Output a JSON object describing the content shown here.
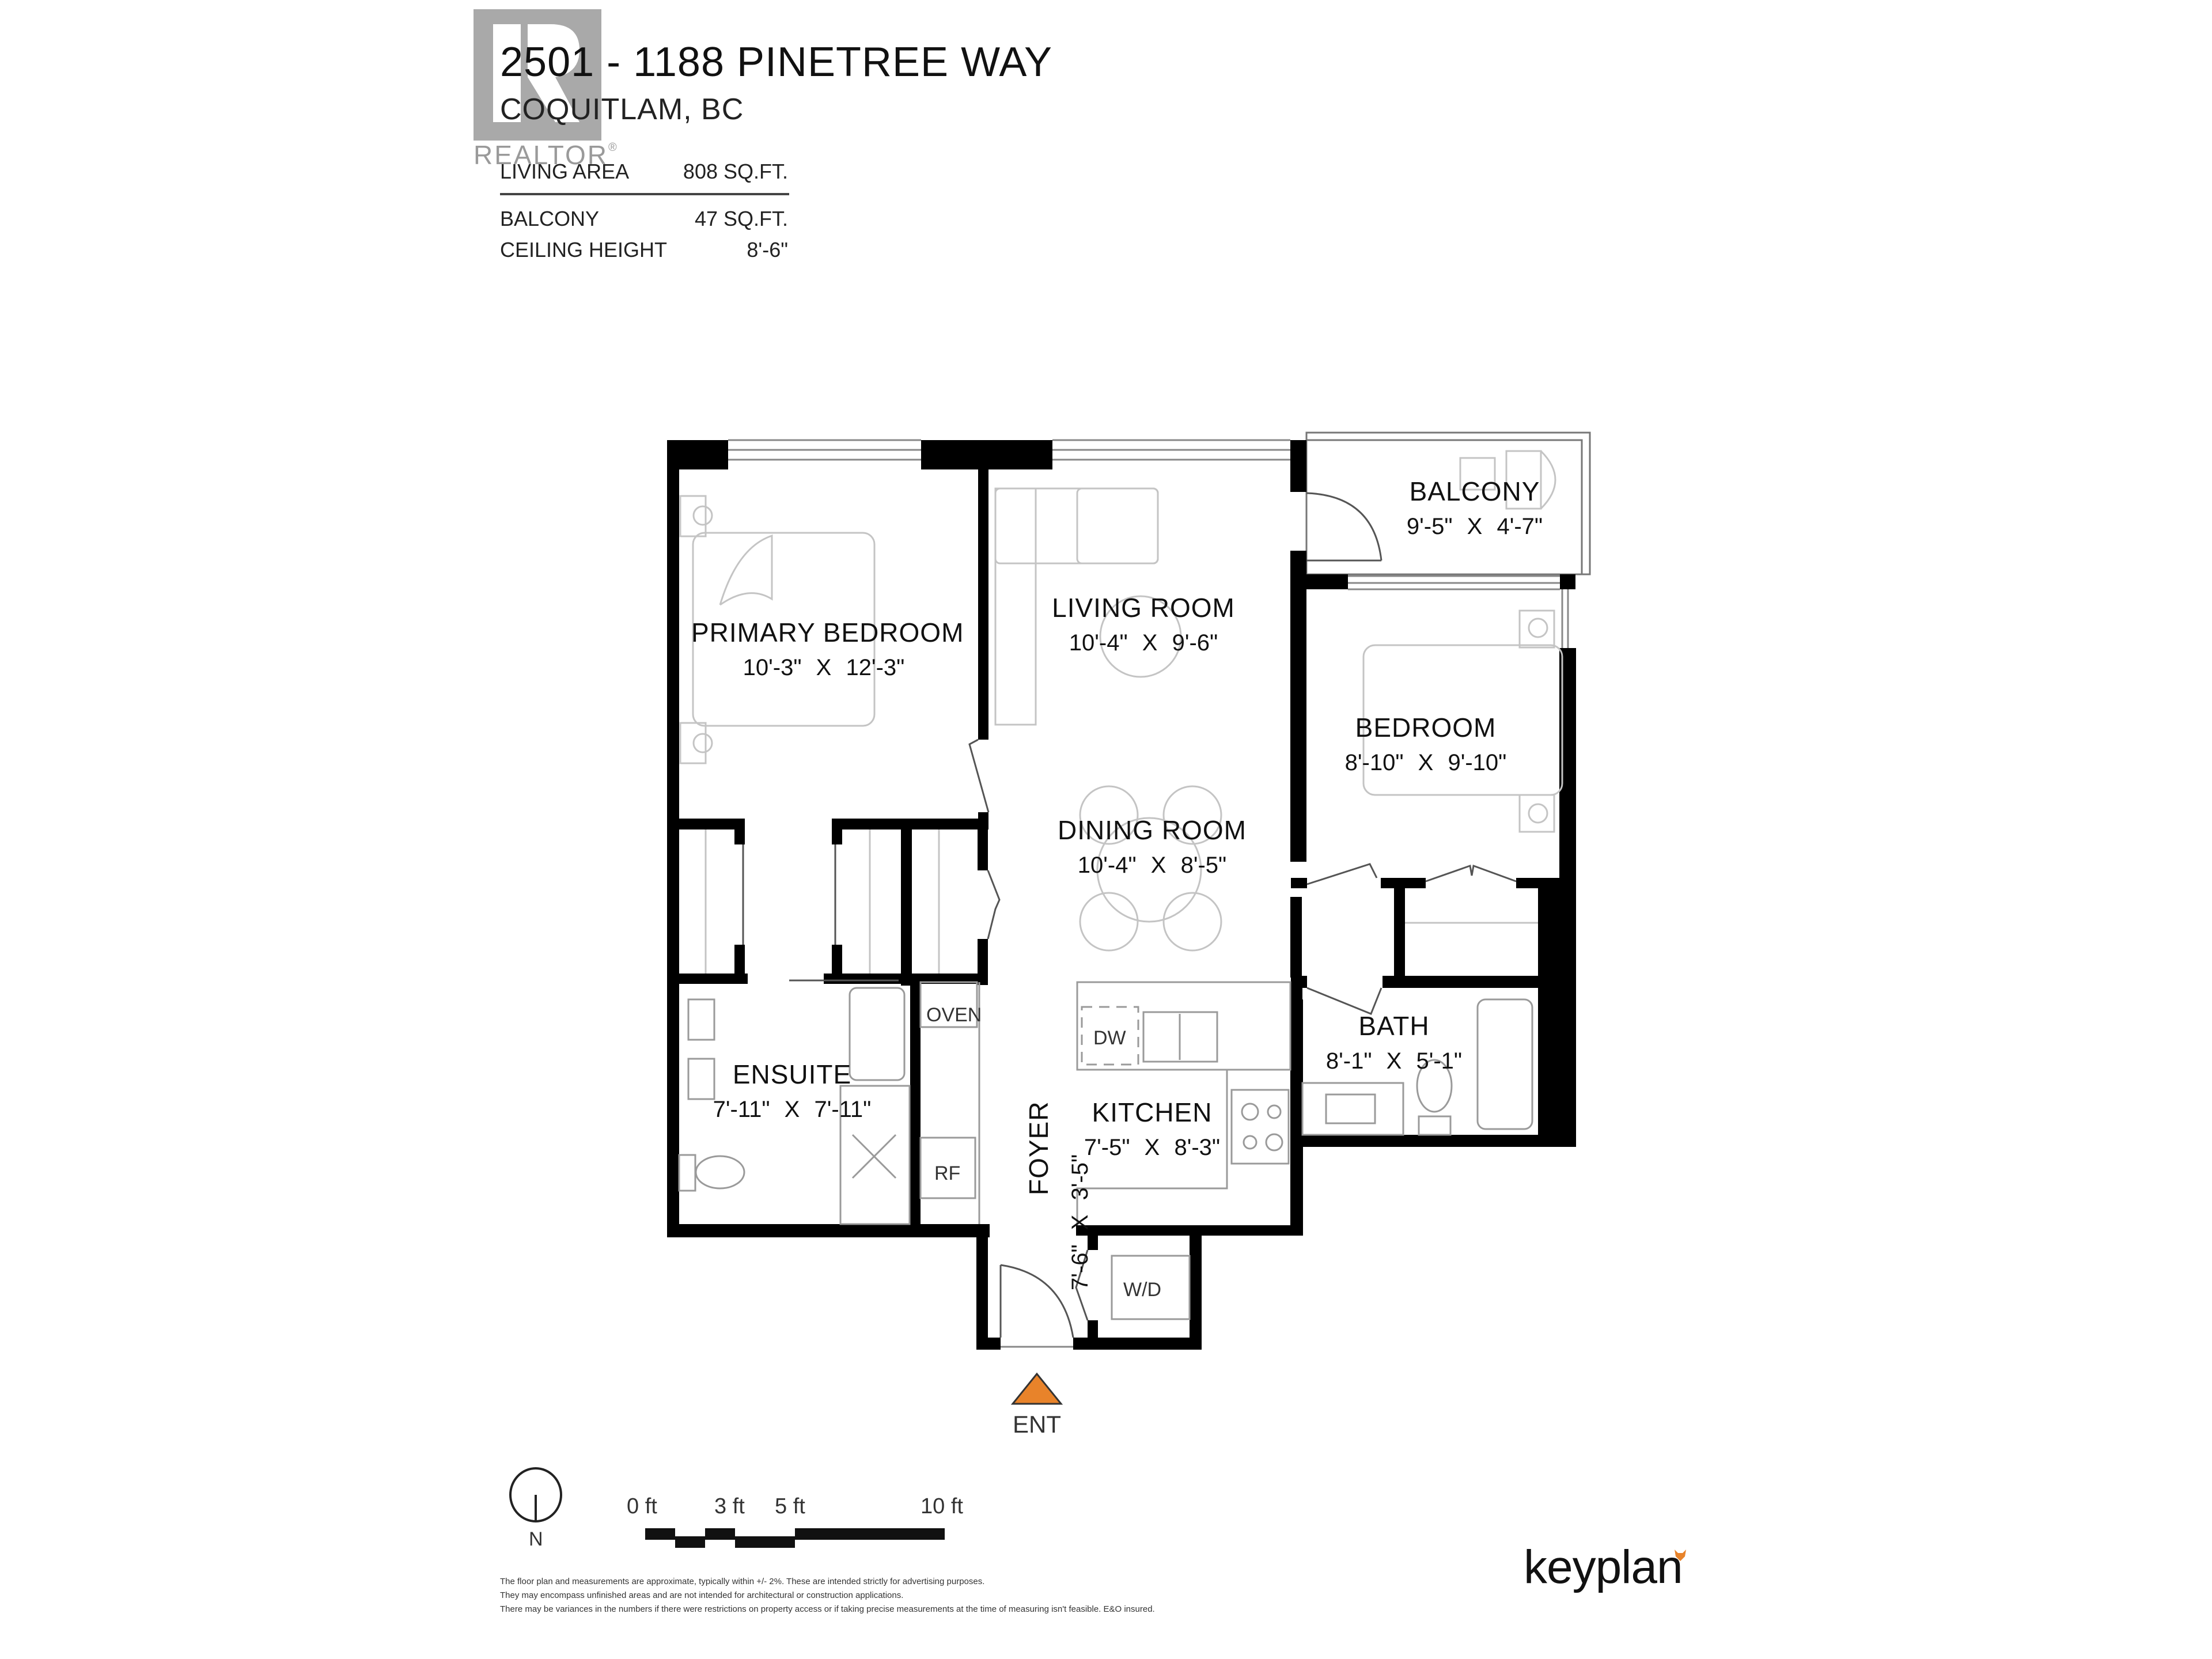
{
  "watermark": {
    "brand": "REALTOR",
    "registered": "®",
    "box_color": "#a9a9a9"
  },
  "header": {
    "title": "2501 - 1188 PINETREE WAY",
    "subtitle": "COQUITLAM, BC"
  },
  "specs": [
    {
      "label": "LIVING AREA",
      "value": "808 SQ.FT."
    },
    {
      "label": "BALCONY",
      "value": "47 SQ.FT."
    },
    {
      "label": "CEILING HEIGHT",
      "value": "8'-6\""
    }
  ],
  "rooms": {
    "primary_bedroom": {
      "name": "PRIMARY BEDROOM",
      "dims": "10'-3\" X 12'-3\""
    },
    "living_room": {
      "name": "LIVING ROOM",
      "dims": "10'-4\" X 9'-6\""
    },
    "balcony": {
      "name": "BALCONY",
      "dims": "9'-5\" X 4'-7\""
    },
    "bedroom": {
      "name": "BEDROOM",
      "dims": "8'-10\" X 9'-10\""
    },
    "dining_room": {
      "name": "DINING ROOM",
      "dims": "10'-4\" X 8'-5\""
    },
    "ensuite": {
      "name": "ENSUITE",
      "dims": "7'-11\" X 7'-11\""
    },
    "bath": {
      "name": "BATH",
      "dims": "8'-1\" X 5'-1\""
    },
    "kitchen": {
      "name": "KITCHEN",
      "dims": "7'-5\" X 8'-3\""
    },
    "foyer": {
      "name": "FOYER",
      "dims": "7'-6\" X 3'-5\""
    }
  },
  "fixtures": {
    "oven": "OVEN",
    "refrigerator": "RF",
    "dishwasher": "DW",
    "washer_dryer": "W/D"
  },
  "entrance": {
    "label": "ENT",
    "marker_color": "#E8832A"
  },
  "compass": {
    "label": "N"
  },
  "scale_bar": {
    "ticks": [
      "0 ft",
      "3 ft",
      "5 ft",
      "10 ft"
    ]
  },
  "disclaimer": [
    "The floor plan and measurements are approximate, typically within +/- 2%. These are intended strictly for advertising purposes.",
    "They may encompass unfinished areas and are not intended for architectural or construction applications.",
    "There may be variances in the numbers if there were restrictions on property access or if taking precise measurements at the time of measuring isn't feasible. E&O insured."
  ],
  "brand": {
    "name": "keyplan",
    "accent_color": "#E8832A"
  },
  "colors": {
    "wall": "#000000",
    "fixture_line": "#9a9a9a",
    "furniture_line": "#c4c4c4"
  }
}
